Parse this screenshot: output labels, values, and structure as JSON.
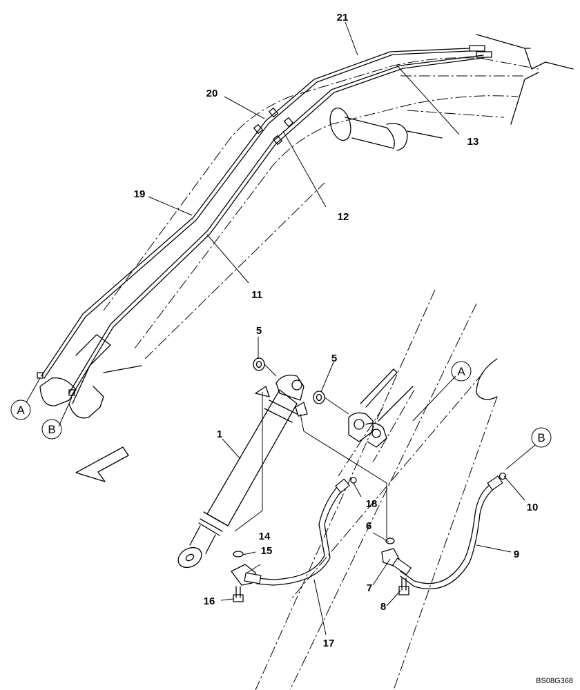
{
  "diagram": {
    "code": "BS08G368",
    "callouts": {
      "c1": "1",
      "c5a": "5",
      "c5b": "5",
      "c6": "6",
      "c7": "7",
      "c8": "8",
      "c9": "9",
      "c10": "10",
      "c11": "11",
      "c12": "12",
      "c13": "13",
      "c14": "14",
      "c15": "15",
      "c16": "16",
      "c17": "17",
      "c18": "18",
      "c19": "19",
      "c20": "20",
      "c21": "21"
    },
    "circle_labels": {
      "a_left": "A",
      "b_left": "B",
      "a_right": "A",
      "b_right": "B"
    }
  }
}
